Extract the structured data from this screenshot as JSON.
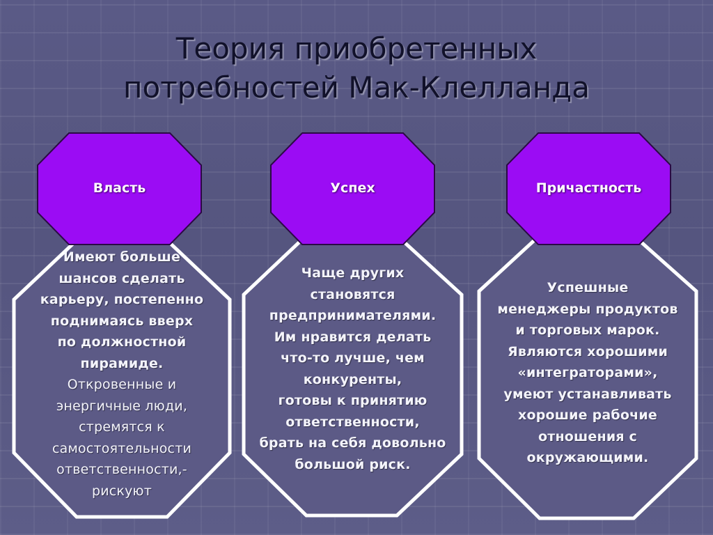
{
  "title": {
    "line1": "Теория  приобретенных",
    "line2": "потребностей Мак-Клелланда"
  },
  "colors": {
    "head_fill": "#9b0cf4",
    "body_fill": "#5c5a86",
    "outline": "#ffffff"
  },
  "columns": [
    {
      "heading": "Власть",
      "lines": [
        {
          "text": "Имеют больше",
          "bold": true
        },
        {
          "text": "шансов сделать",
          "bold": true
        },
        {
          "text": "карьеру, постепенно",
          "bold": true
        },
        {
          "text": "поднимаясь вверх",
          "bold": true
        },
        {
          "text": "по должностной",
          "bold": true
        },
        {
          "text": "пирамиде.",
          "bold": true
        },
        {
          "text": "Откровенные и",
          "bold": false
        },
        {
          "text": "энергичные люди,",
          "bold": false
        },
        {
          "text": "стремятся к",
          "bold": false
        },
        {
          "text": "самостоятельности",
          "bold": false
        },
        {
          "text": "ответственности,-",
          "bold": false
        },
        {
          "text": "рискуют",
          "bold": false
        }
      ]
    },
    {
      "heading": "Успех",
      "lines": [
        {
          "text": "Чаще других",
          "bold": true
        },
        {
          "text": "становятся",
          "bold": true
        },
        {
          "text": "предпринимателями.",
          "bold": true
        },
        {
          "text": "Им нравится делать",
          "bold": true
        },
        {
          "text": "что-то лучше, чем",
          "bold": true
        },
        {
          "text": "конкуренты,",
          "bold": true
        },
        {
          "text": "готовы к принятию",
          "bold": true
        },
        {
          "text": "ответственности,",
          "bold": true
        },
        {
          "text": "брать на себя довольно",
          "bold": true
        },
        {
          "text": "большой риск.",
          "bold": true
        }
      ]
    },
    {
      "heading": "Причастность",
      "lines": [
        {
          "text": "Успешные",
          "bold": true
        },
        {
          "text": "менеджеры продуктов",
          "bold": true
        },
        {
          "text": "и торговых марок.",
          "bold": true
        },
        {
          "text": "Являются хорошими",
          "bold": true
        },
        {
          "text": "«интеграторами»,",
          "bold": true
        },
        {
          "text": "умеют устанавливать",
          "bold": true
        },
        {
          "text": "хорошие рабочие",
          "bold": true
        },
        {
          "text": "отношения с",
          "bold": true
        },
        {
          "text": "окружающими.",
          "bold": true
        }
      ]
    }
  ]
}
